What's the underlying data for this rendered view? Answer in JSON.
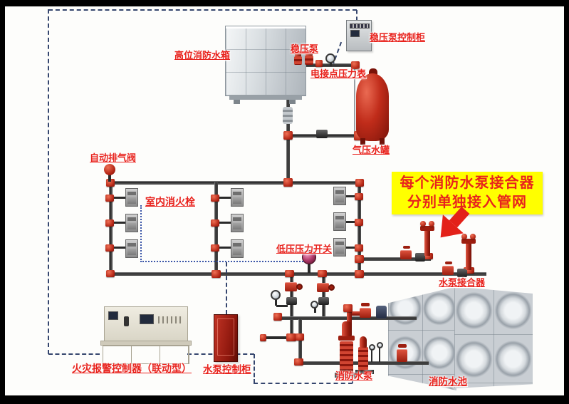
{
  "labels": {
    "high_tank": "高位消防水箱",
    "jockey_pump": "稳压泵",
    "jockey_panel": "稳压泵控制柜",
    "contact_gauge": "电接点压力表",
    "pressure_tank": "气压水罐",
    "auto_air_valve": "自动排气阀",
    "indoor_hydrant": "室内消火栓",
    "low_pressure_switch": "低压压力开关",
    "pump_adapter": "水泵接合器",
    "fire_alarm_panel": "火灾报警控制器（联动型）",
    "pump_panel": "水泵控制柜",
    "fire_pump": "消防水泵",
    "fire_pool": "消防水池"
  },
  "callout": {
    "line1": "每个消防水泵接合器",
    "line2": "分别单独接入管网"
  },
  "colors": {
    "label_red": "#e8231d",
    "callout_bg": "#ffff00",
    "arrow_red": "#e32119",
    "pipe_dark": "#2a2a2a",
    "fitting_red": "#b42716",
    "vessel_red": "#c02c1a",
    "cabinet_red": "#a02017",
    "control_line": "#35466e",
    "sensor_line": "#3a55a8",
    "steel_gray": "#c9ced3",
    "console_beige": "#e8e5d9"
  }
}
